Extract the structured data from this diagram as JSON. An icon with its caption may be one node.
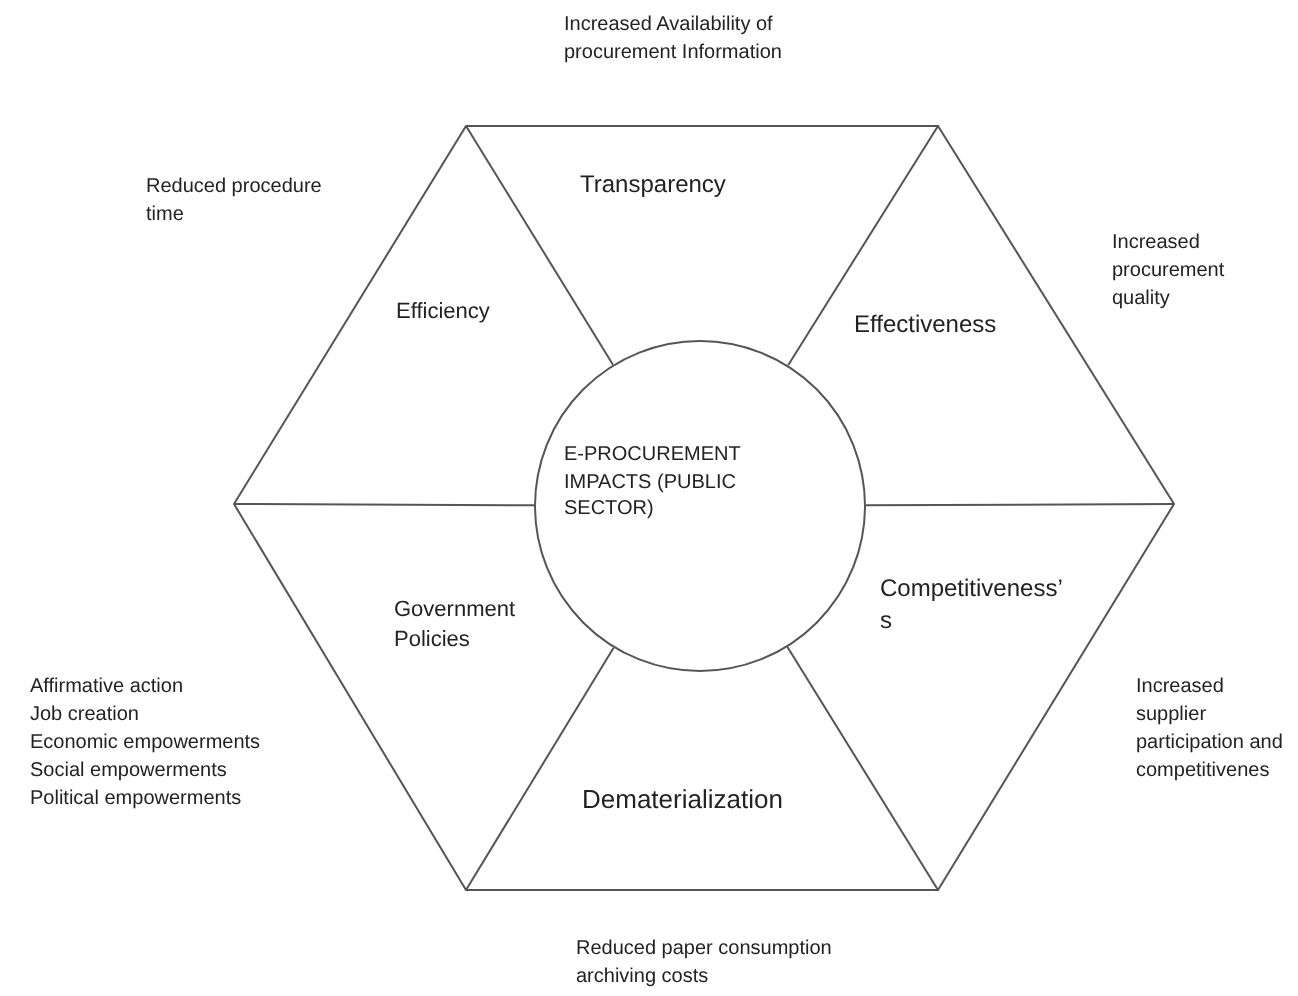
{
  "diagram": {
    "nodes": [
      {
        "text": [
          "Transparency"
        ]
      },
      {
        "text": [
          "Efficiency"
        ]
      },
      {
        "text": [
          "Effectiveness"
        ]
      },
      {
        "text": [
          "E-PROCUREMENT IMPACTS (PUBLIC SECTOR)"
        ]
      },
      {
        "text": [
          "Competitiveness’ s"
        ]
      },
      {
        "text": [
          "Government Policies"
        ]
      },
      {
        "text": [
          "Dematerialization"
        ]
      }
    ],
    "labels": [
      "Increased Availability of procurement Information",
      "Reduced procedure time",
      "Increased procurement quality",
      "Affirmative action",
      "Job creation",
      "Economic empowerments",
      "Social empowerments",
      "Political empowerments",
      "Increased supplier participation and competitivenes",
      "Reduced paper consumption archiving costs"
    ]
  }
}
